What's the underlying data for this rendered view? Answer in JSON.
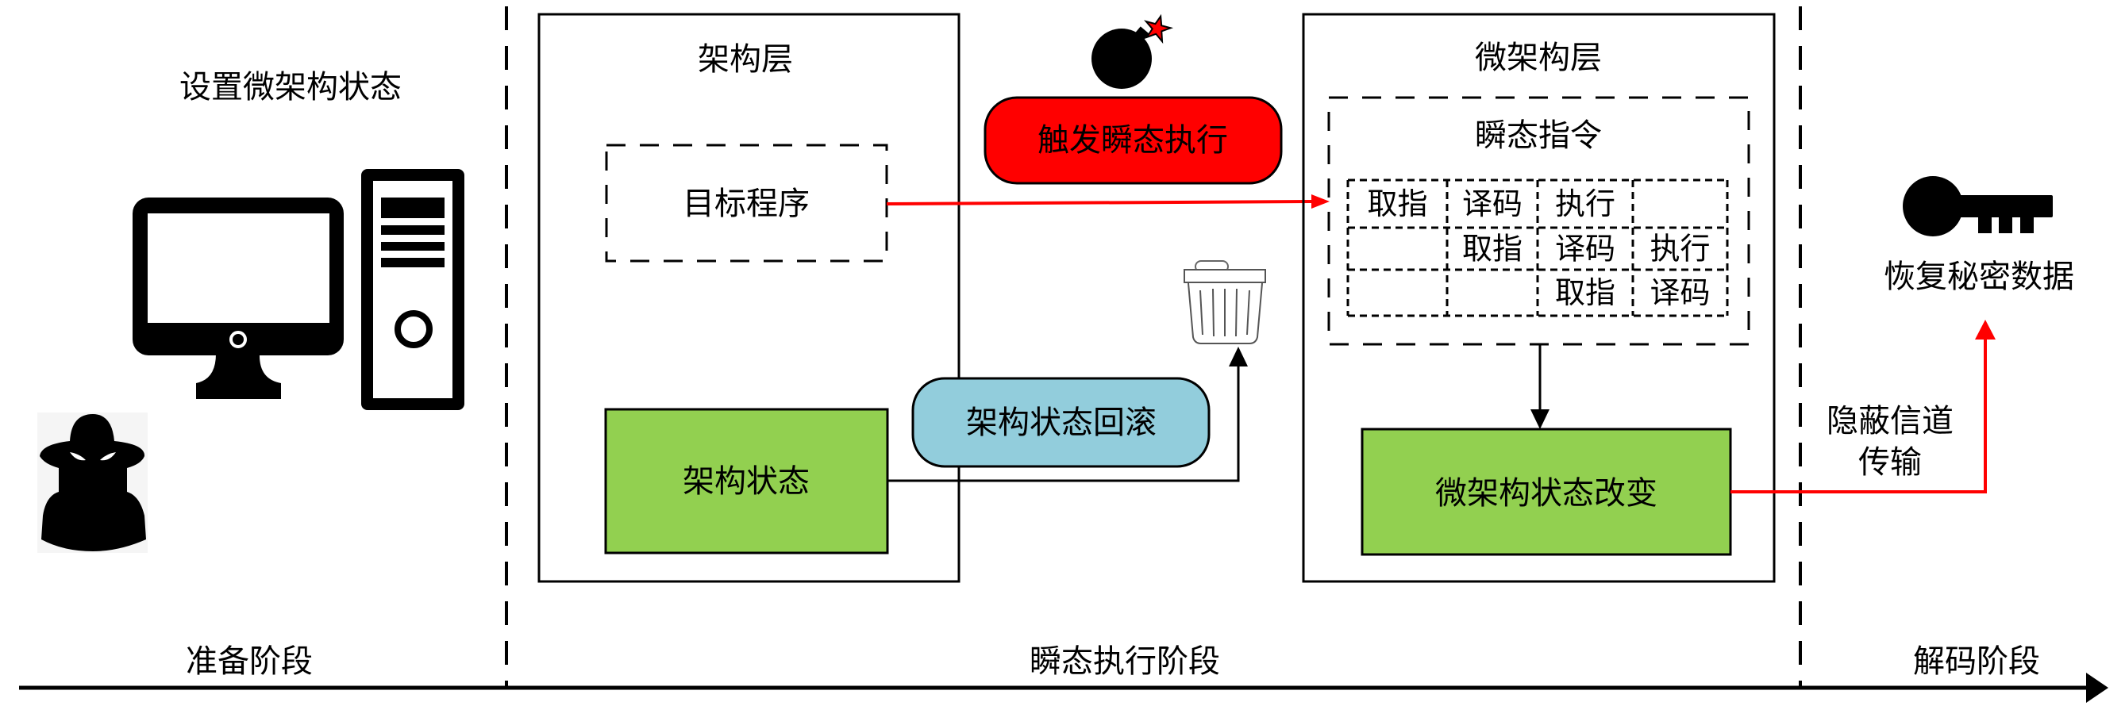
{
  "colors": {
    "green": "#92D050",
    "red": "#FF0000",
    "blue": "#92CDDC",
    "black": "#000000"
  },
  "preparation": {
    "title": "设置微架构状态",
    "phase_label": "准备阶段",
    "icons": [
      "desktop-computer-icon",
      "attacker-spy-icon"
    ]
  },
  "transient": {
    "phase_label": "瞬态执行阶段",
    "arch_layer": {
      "title": "架构层",
      "target_program": "目标程序",
      "arch_state": "架构状态"
    },
    "trigger_label": "触发瞬态执行",
    "rollback_label": "架构状态回滚",
    "icons": [
      "bomb-icon",
      "trash-can-icon"
    ],
    "micro_layer": {
      "title": "微架构层",
      "transient_instructions": {
        "title": "瞬态指令",
        "pipeline": [
          [
            "取指",
            "译码",
            "执行",
            ""
          ],
          [
            "",
            "取指",
            "译码",
            "执行"
          ],
          [
            "",
            "",
            "取指",
            "译码"
          ]
        ]
      },
      "state_change": "微架构状态改变"
    }
  },
  "decoding": {
    "phase_label": "解码阶段",
    "covert_channel_line1": "隐蔽信道",
    "covert_channel_line2": "传输",
    "recover_label": "恢复秘密数据",
    "icons": [
      "key-icon"
    ]
  }
}
